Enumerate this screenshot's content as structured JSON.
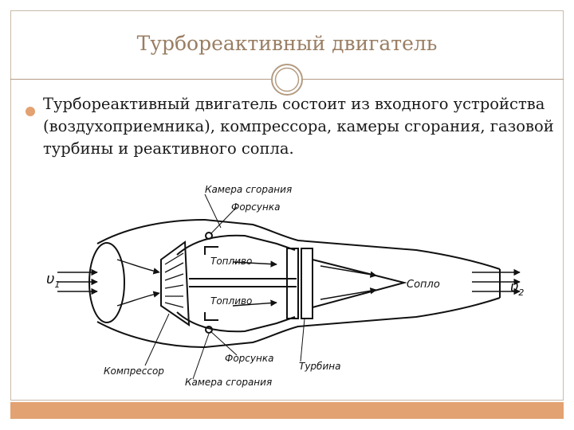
{
  "slide": {
    "title": "Турбореактивный двигатель",
    "bullet_text": "Турбореактивный двигатель состоит из входного устройства (воздухоприемника), компрессора, камеры сгорания, газовой турбины и реактивного сопла."
  },
  "diagram": {
    "labels": {
      "combustion_top": "Камера сгорания",
      "injector_top": "Форсунка",
      "fuel_top": "Топливо",
      "fuel_bottom": "Топливо",
      "nozzle": "Сопло",
      "v1": "υ",
      "v1_sub": "1",
      "v2": "υ",
      "v2_sub": "2",
      "injector_bottom": "Форсунка",
      "compressor": "Компрессор",
      "turbine": "Турбина",
      "combustion_bottom": "Камера сгорания"
    }
  },
  "colors": {
    "title": "#9a7e63",
    "accent": "#e2a271",
    "frame": "#c8b9a6"
  }
}
